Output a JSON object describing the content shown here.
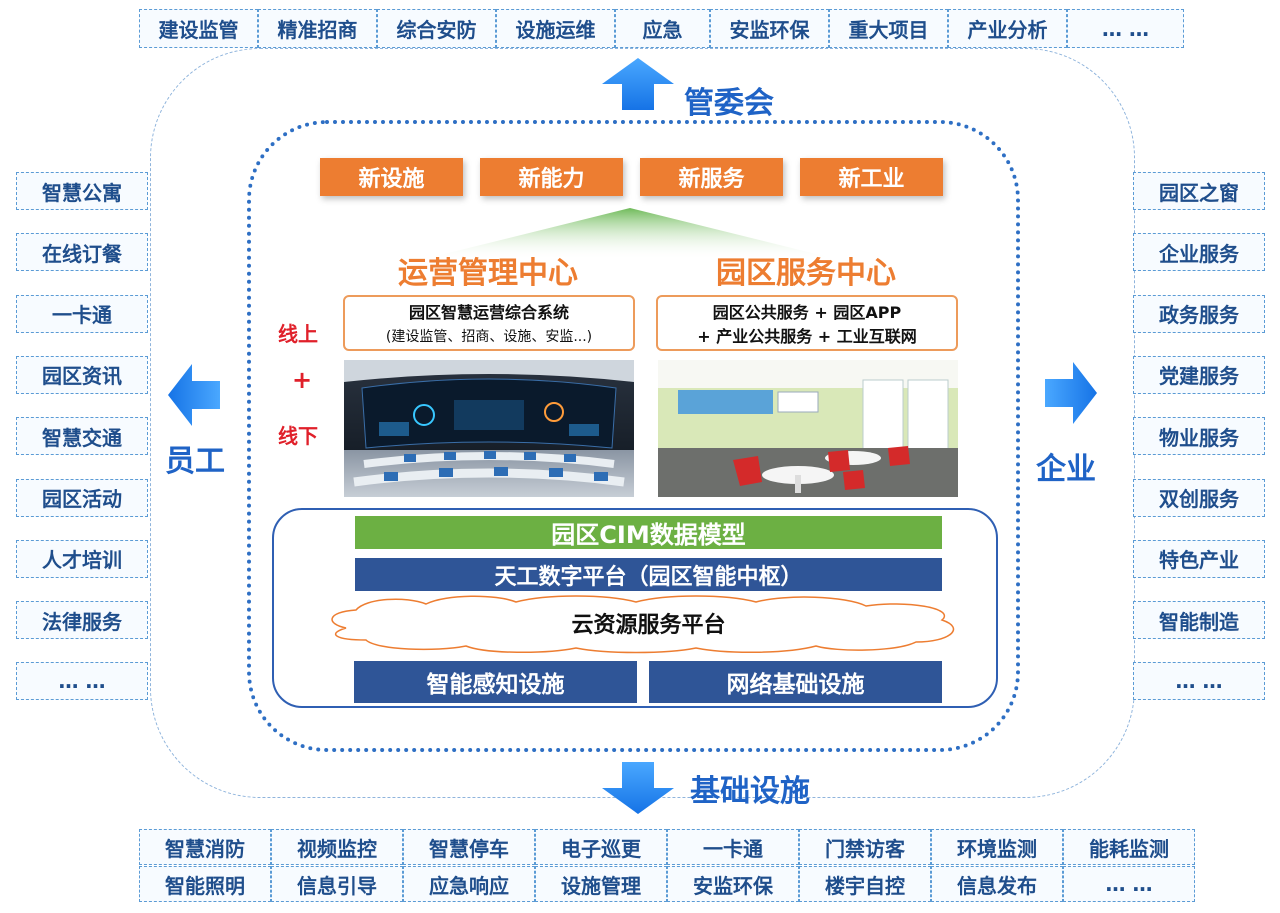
{
  "top_tags": [
    "建设监管",
    "精准招商",
    "综合安防",
    "设施运维",
    "应急",
    "安监环保",
    "重大项目",
    "产业分析",
    "… …"
  ],
  "left_tags": [
    "智慧公寓",
    "在线订餐",
    "一卡通",
    "园区资讯",
    "智慧交通",
    "园区活动",
    "人才培训",
    "法律服务",
    "… …"
  ],
  "right_tags": [
    "园区之窗",
    "企业服务",
    "政务服务",
    "党建服务",
    "物业服务",
    "双创服务",
    "特色产业",
    "智能制造",
    "… …"
  ],
  "bottom_tags_row1": [
    "智慧消防",
    "视频监控",
    "智慧停车",
    "电子巡更",
    "一卡通",
    "门禁访客",
    "环境监测",
    "能耗监测"
  ],
  "bottom_tags_row2": [
    "智能照明",
    "信息引导",
    "应急响应",
    "设施管理",
    "安监环保",
    "楼宇自控",
    "信息发布",
    "… …"
  ],
  "labels": {
    "top": "管委会",
    "left": "员工",
    "right": "企业",
    "bottom": "基础设施"
  },
  "new_items": [
    "新设施",
    "新能力",
    "新服务",
    "新工业"
  ],
  "centers": {
    "ops_title": "运营管理中心",
    "service_title": "园区服务中心",
    "ops_box_line1": "园区智慧运营综合系统",
    "ops_box_line2": "(建设监管、招商、设施、安监...)",
    "service_box_line1": "园区公共服务 + 园区APP",
    "service_box_line2": "+ 产业公共服务 + 工业互联网"
  },
  "online_offline": {
    "online": "线上",
    "plus": "+",
    "offline": "线下"
  },
  "platform": {
    "cim": "园区CIM数据模型",
    "tiangong": "天工数字平台（园区智能中枢）",
    "cloud": "云资源服务平台",
    "sensing": "智能感知设施",
    "network": "网络基础设施"
  },
  "colors": {
    "accent_blue": "#1f63c6",
    "orange": "#ed7d31",
    "green": "#70ad47",
    "navy": "#2f5597",
    "red": "#e0202a"
  }
}
